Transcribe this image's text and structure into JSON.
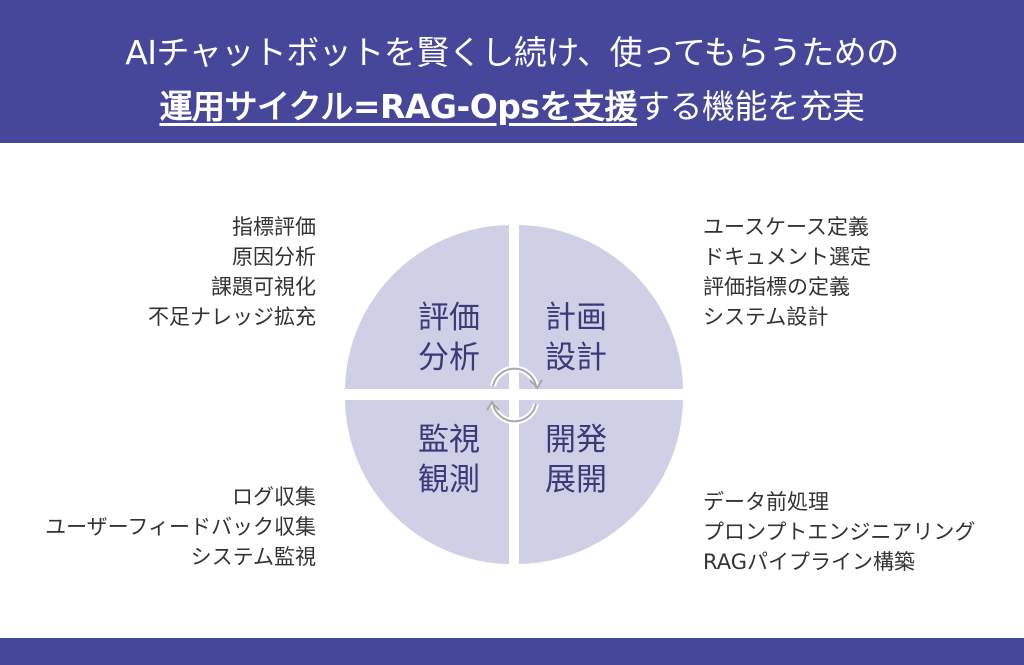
{
  "header": {
    "line1": "AIチャットボットを賢くし続け、使ってもらうための",
    "line2_emphasis": "運用サイクル=RAG-Opsを支援",
    "line2_rest": "する機能を充実"
  },
  "quadrants": [
    {
      "label_line1": "評価",
      "label_line2": "分析",
      "items": [
        "指標評価",
        "原因分析",
        "課題可視化",
        "不足ナレッジ拡充"
      ]
    },
    {
      "label_line1": "計画",
      "label_line2": "設計",
      "items": [
        "ユースケース定義",
        "ドキュメント選定",
        "評価指標の定義",
        "システム設計"
      ]
    },
    {
      "label_line1": "監視",
      "label_line2": "観測",
      "items": [
        "ログ収集",
        "ユーザーフィードバック収集",
        "システム監視"
      ]
    },
    {
      "label_line1": "開発",
      "label_line2": "展開",
      "items": [
        "データ前処理",
        "プロンプトエンジニアリング",
        "RAGパイプライン構築"
      ]
    }
  ],
  "colors": {
    "brand": "#46469a",
    "quadrant": "#cfcfe6",
    "quadrant_text": "#3a3a7a"
  }
}
